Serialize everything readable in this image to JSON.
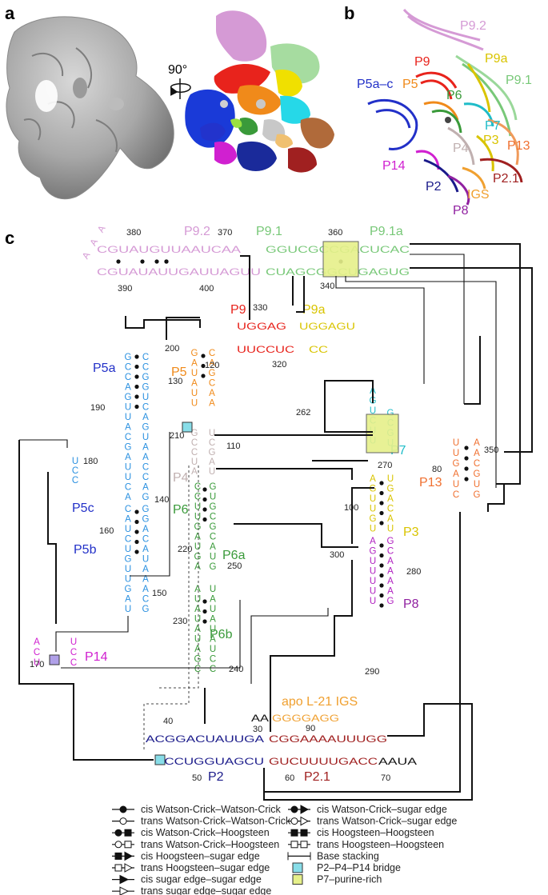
{
  "panels": {
    "a": "a",
    "b": "b",
    "c": "c"
  },
  "panel_a": {
    "rotation": "90°"
  },
  "panel_b": {
    "labels": [
      {
        "text": "P9.2",
        "color": "#d59ad5"
      },
      {
        "text": "P9",
        "color": "#e8231c"
      },
      {
        "text": "P9a",
        "color": "#d9c400"
      },
      {
        "text": "P5",
        "color": "#f08a1a"
      },
      {
        "text": "P5a–c",
        "color": "#2230c8"
      },
      {
        "text": "P9.1",
        "color": "#78c878"
      },
      {
        "text": "P6",
        "color": "#3a9a3a"
      },
      {
        "text": "P7",
        "color": "#1fbcc8"
      },
      {
        "text": "P4",
        "color": "#c0b0b0"
      },
      {
        "text": "P3",
        "color": "#d9c400"
      },
      {
        "text": "P13",
        "color": "#f07030"
      },
      {
        "text": "P14",
        "color": "#d020d0"
      },
      {
        "text": "P2.1",
        "color": "#a02020"
      },
      {
        "text": "P2",
        "color": "#1a1a8a"
      },
      {
        "text": "IGS",
        "color": "#f0a030"
      },
      {
        "text": "P8",
        "color": "#9020a0"
      }
    ]
  },
  "panel_c": {
    "helices": [
      {
        "text": "P9.2",
        "color": "#d59ad5"
      },
      {
        "text": "P9.1",
        "color": "#78c878"
      },
      {
        "text": "P9.1a",
        "color": "#78c878"
      },
      {
        "text": "P9",
        "color": "#e8231c"
      },
      {
        "text": "P9a",
        "color": "#d9c400"
      },
      {
        "text": "P5",
        "color": "#f08a1a"
      },
      {
        "text": "P5a",
        "color": "#2230c8"
      },
      {
        "text": "P5c",
        "color": "#2230c8"
      },
      {
        "text": "P5b",
        "color": "#2230c8"
      },
      {
        "text": "P4",
        "color": "#c0b0b0"
      },
      {
        "text": "P6",
        "color": "#3a9a3a"
      },
      {
        "text": "P6a",
        "color": "#3a9a3a"
      },
      {
        "text": "P6b",
        "color": "#3a9a3a"
      },
      {
        "text": "P7",
        "color": "#1fbcc8"
      },
      {
        "text": "P13",
        "color": "#f07030"
      },
      {
        "text": "P3",
        "color": "#d9c400"
      },
      {
        "text": "P8",
        "color": "#9020a0"
      },
      {
        "text": "P14",
        "color": "#d020d0"
      },
      {
        "text": "apo L-21 IGS",
        "color": "#f0a030"
      },
      {
        "text": "P2",
        "color": "#1a1a8a"
      },
      {
        "text": "P2.1",
        "color": "#a02020"
      }
    ],
    "numbers": [
      "380",
      "370",
      "360",
      "390",
      "400",
      "340",
      "330",
      "320",
      "200",
      "120",
      "130",
      "190",
      "262",
      "270",
      "210",
      "110",
      "180",
      "140",
      "160",
      "100",
      "220",
      "250",
      "300",
      "280",
      "150",
      "230",
      "240",
      "290",
      "170",
      "40",
      "30",
      "90",
      "50",
      "60",
      "70",
      "350",
      "80"
    ],
    "strands": {
      "p92_top": "CGUAUGUUAAUCAA",
      "p92_bot": "CGUAUAUUGAUUAGUU",
      "p92_loop": "AAA",
      "p91_top": "GGUCGCCGACUCAC",
      "p91_bot": "CUAGCGGCUGAGUG",
      "p9_top": "UGGAG",
      "p9_bot": "UUCCUC",
      "p9a_top": "UGGAGU",
      "p9a_bot": "CC",
      "p2_top": "ACGGACUAUUGA",
      "p2_bot": "ACCUGGUAGCU",
      "p21_top": "CGGAAAAUUUGG",
      "p21_bot": "GUCUUUUGACC",
      "p21_tail": "AAUA",
      "igs": "GGGGAGG",
      "igs_pre": "AA"
    }
  },
  "legend": [
    {
      "label": "cis Watson-Crick–Watson-Crick",
      "symbol": "cww"
    },
    {
      "label": "trans Watson-Crick–Watson-Crick",
      "symbol": "tww"
    },
    {
      "label": "cis Watson-Crick–Hoogsteen",
      "symbol": "cwh"
    },
    {
      "label": "trans Watson-Crick–Hoogsteen",
      "symbol": "twh"
    },
    {
      "label": "cis Hoogsteen–sugar edge",
      "symbol": "chs"
    },
    {
      "label": "trans Hoogsteen–sugar edge",
      "symbol": "ths"
    },
    {
      "label": "cis sugar edge–sugar edge",
      "symbol": "css"
    },
    {
      "label": "trans sugar edge–sugar edge",
      "symbol": "tss"
    },
    {
      "label": "cis Watson-Crick–sugar edge",
      "symbol": "cws"
    },
    {
      "label": "trans Watson-Crick–sugar edge",
      "symbol": "tws"
    },
    {
      "label": "cis Hoogsteen–Hoogsteen",
      "symbol": "chh"
    },
    {
      "label": "trans Hoogsteen–Hoogsteen",
      "symbol": "thh"
    },
    {
      "label": "Base stacking",
      "symbol": "stack"
    },
    {
      "label": "P2–P4–P14 bridge",
      "symbol": "box",
      "color": "#88dde8"
    },
    {
      "label": "P7–purine-rich",
      "symbol": "box",
      "color": "#e6f08a"
    }
  ]
}
